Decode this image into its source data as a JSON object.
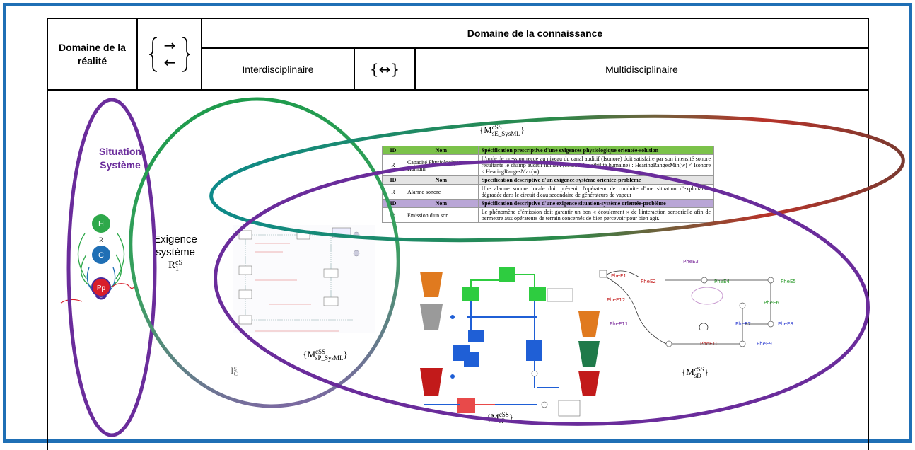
{
  "header": {
    "reality_domain": "Domaine de la réalité",
    "relation_right": "→",
    "relation_left": "←",
    "knowledge_domain": "Domaine de la connaissance",
    "interdisciplinary": "Interdisciplinaire",
    "bidirectional": "{↔}",
    "multidisciplinary": "Multidisciplinaire"
  },
  "left": {
    "situation_system": "Situation Système",
    "node_h": "H",
    "node_r": "R",
    "node_c": "C",
    "node_pp": "Pp"
  },
  "requirement": {
    "line1": "Exigence",
    "line2": "système",
    "symbol": "R",
    "symbol_sub": "1",
    "symbol_sup": "cS"
  },
  "ic": {
    "symbol": "I",
    "sup": "S",
    "sub": "C"
  },
  "models": {
    "se_sysml": {
      "prefix": "{M",
      "sup": "cSS",
      "sub": "sE_SysML",
      "suffix": "}"
    },
    "sp_sysml": {
      "prefix": "{M",
      "sup": "cSS",
      "sub": "sP_SysML",
      "suffix": "}"
    },
    "sp": {
      "prefix": "{M",
      "sup": "cSS",
      "sub": "sP",
      "suffix": "}"
    },
    "sd": {
      "prefix": "{M",
      "sup": "cSS",
      "sub": "sD",
      "suffix": "}"
    }
  },
  "spec_table": {
    "col_id": "ID",
    "col_nom": "Nom",
    "sections": [
      {
        "header": "Spécification prescriptive d'une exigences physiologique orientée-solution",
        "id": "R",
        "nom": "Capacité Physiologique Humain",
        "text": "L'onde de pression reçue au niveau du canal auditif (Isonore) doit satisfaire par son intensité sonore résultante le champ auditif humain (courbe d'audibilité humaine) : HearingRangesMin(w) < Isonore < HearingRangesMax(w)"
      },
      {
        "header": "Spécification descriptive d'un exigence-système orientée-problème",
        "id": "R",
        "nom": "Alarme sonore",
        "text": "Une alarme sonore locale doit prévenir l'opérateur de conduite d'une situation d'exploitation dégradée dans le circuit d'eau secondaire de générateurs de vapeur"
      },
      {
        "header": "Spécification descriptive d'une exigence situation-système orientée-problème",
        "id": "R",
        "nom": "Emission d'un son",
        "text": "Le phénomène d'émission doit garantir un bon « écoulement » de l'interaction sensorielle afin de permettre aux opérateurs de terrain concernés de bien percevoir pour bien agir."
      }
    ]
  },
  "colors": {
    "frame": "#1f6fb5",
    "ellipse_purple": "#6a2c9b",
    "node_green": "#2ea84a",
    "node_blue": "#1f6fb5",
    "node_red": "#d81e2a",
    "gradient_green": "#1e9b4c",
    "gradient_teal": "#0e8a8a",
    "gradient_red": "#b8332a"
  }
}
